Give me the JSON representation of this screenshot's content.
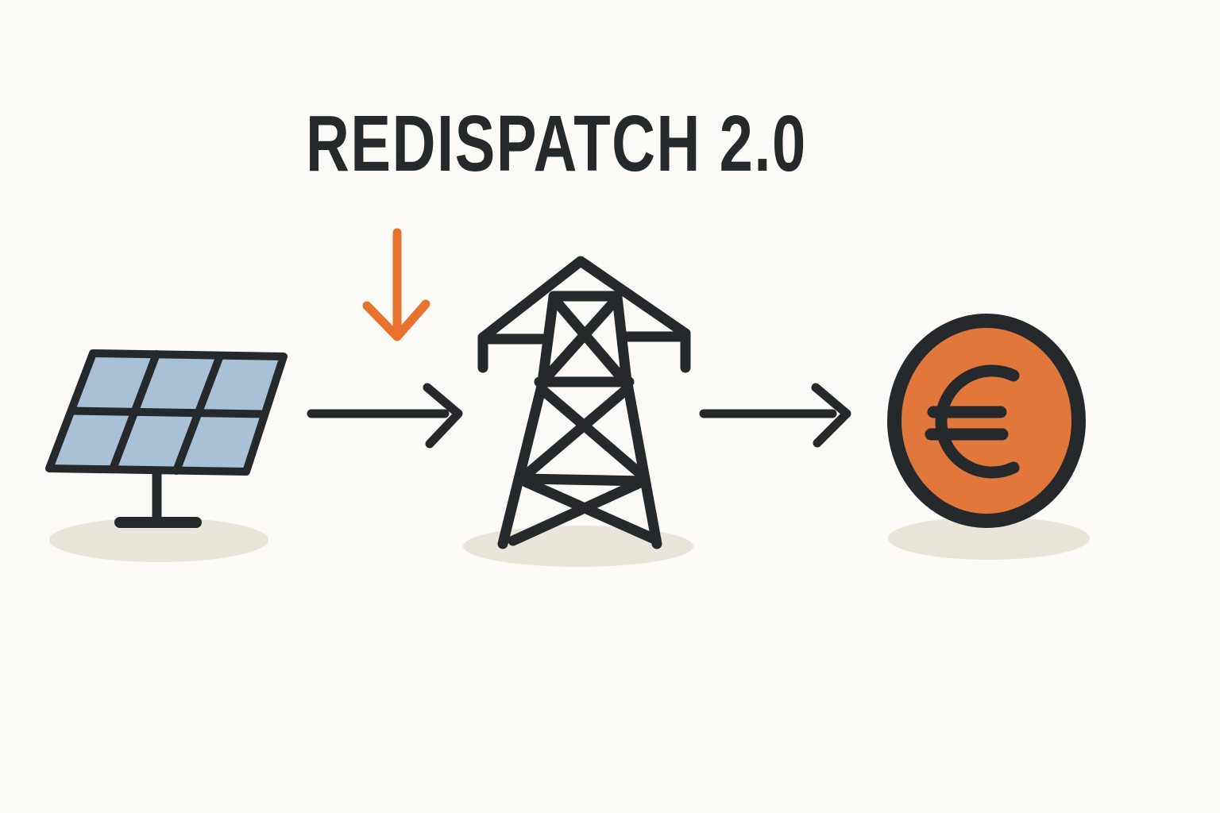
{
  "title": "REDISPATCH 2.0",
  "colors": {
    "background": "#fbfaf7",
    "ink": "#26292b",
    "panel_cell": "#a9c1d6",
    "arrow_orange": "#e8732e",
    "coin_orange": "#e2773c",
    "shadow": "#e9e5da"
  },
  "diagram": {
    "nodes": [
      {
        "id": "solar-panel",
        "icon": "solar-panel-icon"
      },
      {
        "id": "transmission-tower",
        "icon": "transmission-tower-icon"
      },
      {
        "id": "euro-coin",
        "icon": "euro-coin-icon",
        "symbol": "€"
      }
    ],
    "connectors": [
      {
        "from": "solar-panel",
        "to": "transmission-tower",
        "icon": "right-arrow-icon"
      },
      {
        "from": "transmission-tower",
        "to": "euro-coin",
        "icon": "right-arrow-icon"
      },
      {
        "from": "title",
        "to": "flow",
        "icon": "down-arrow-icon",
        "color_role": "arrow_orange"
      }
    ]
  }
}
